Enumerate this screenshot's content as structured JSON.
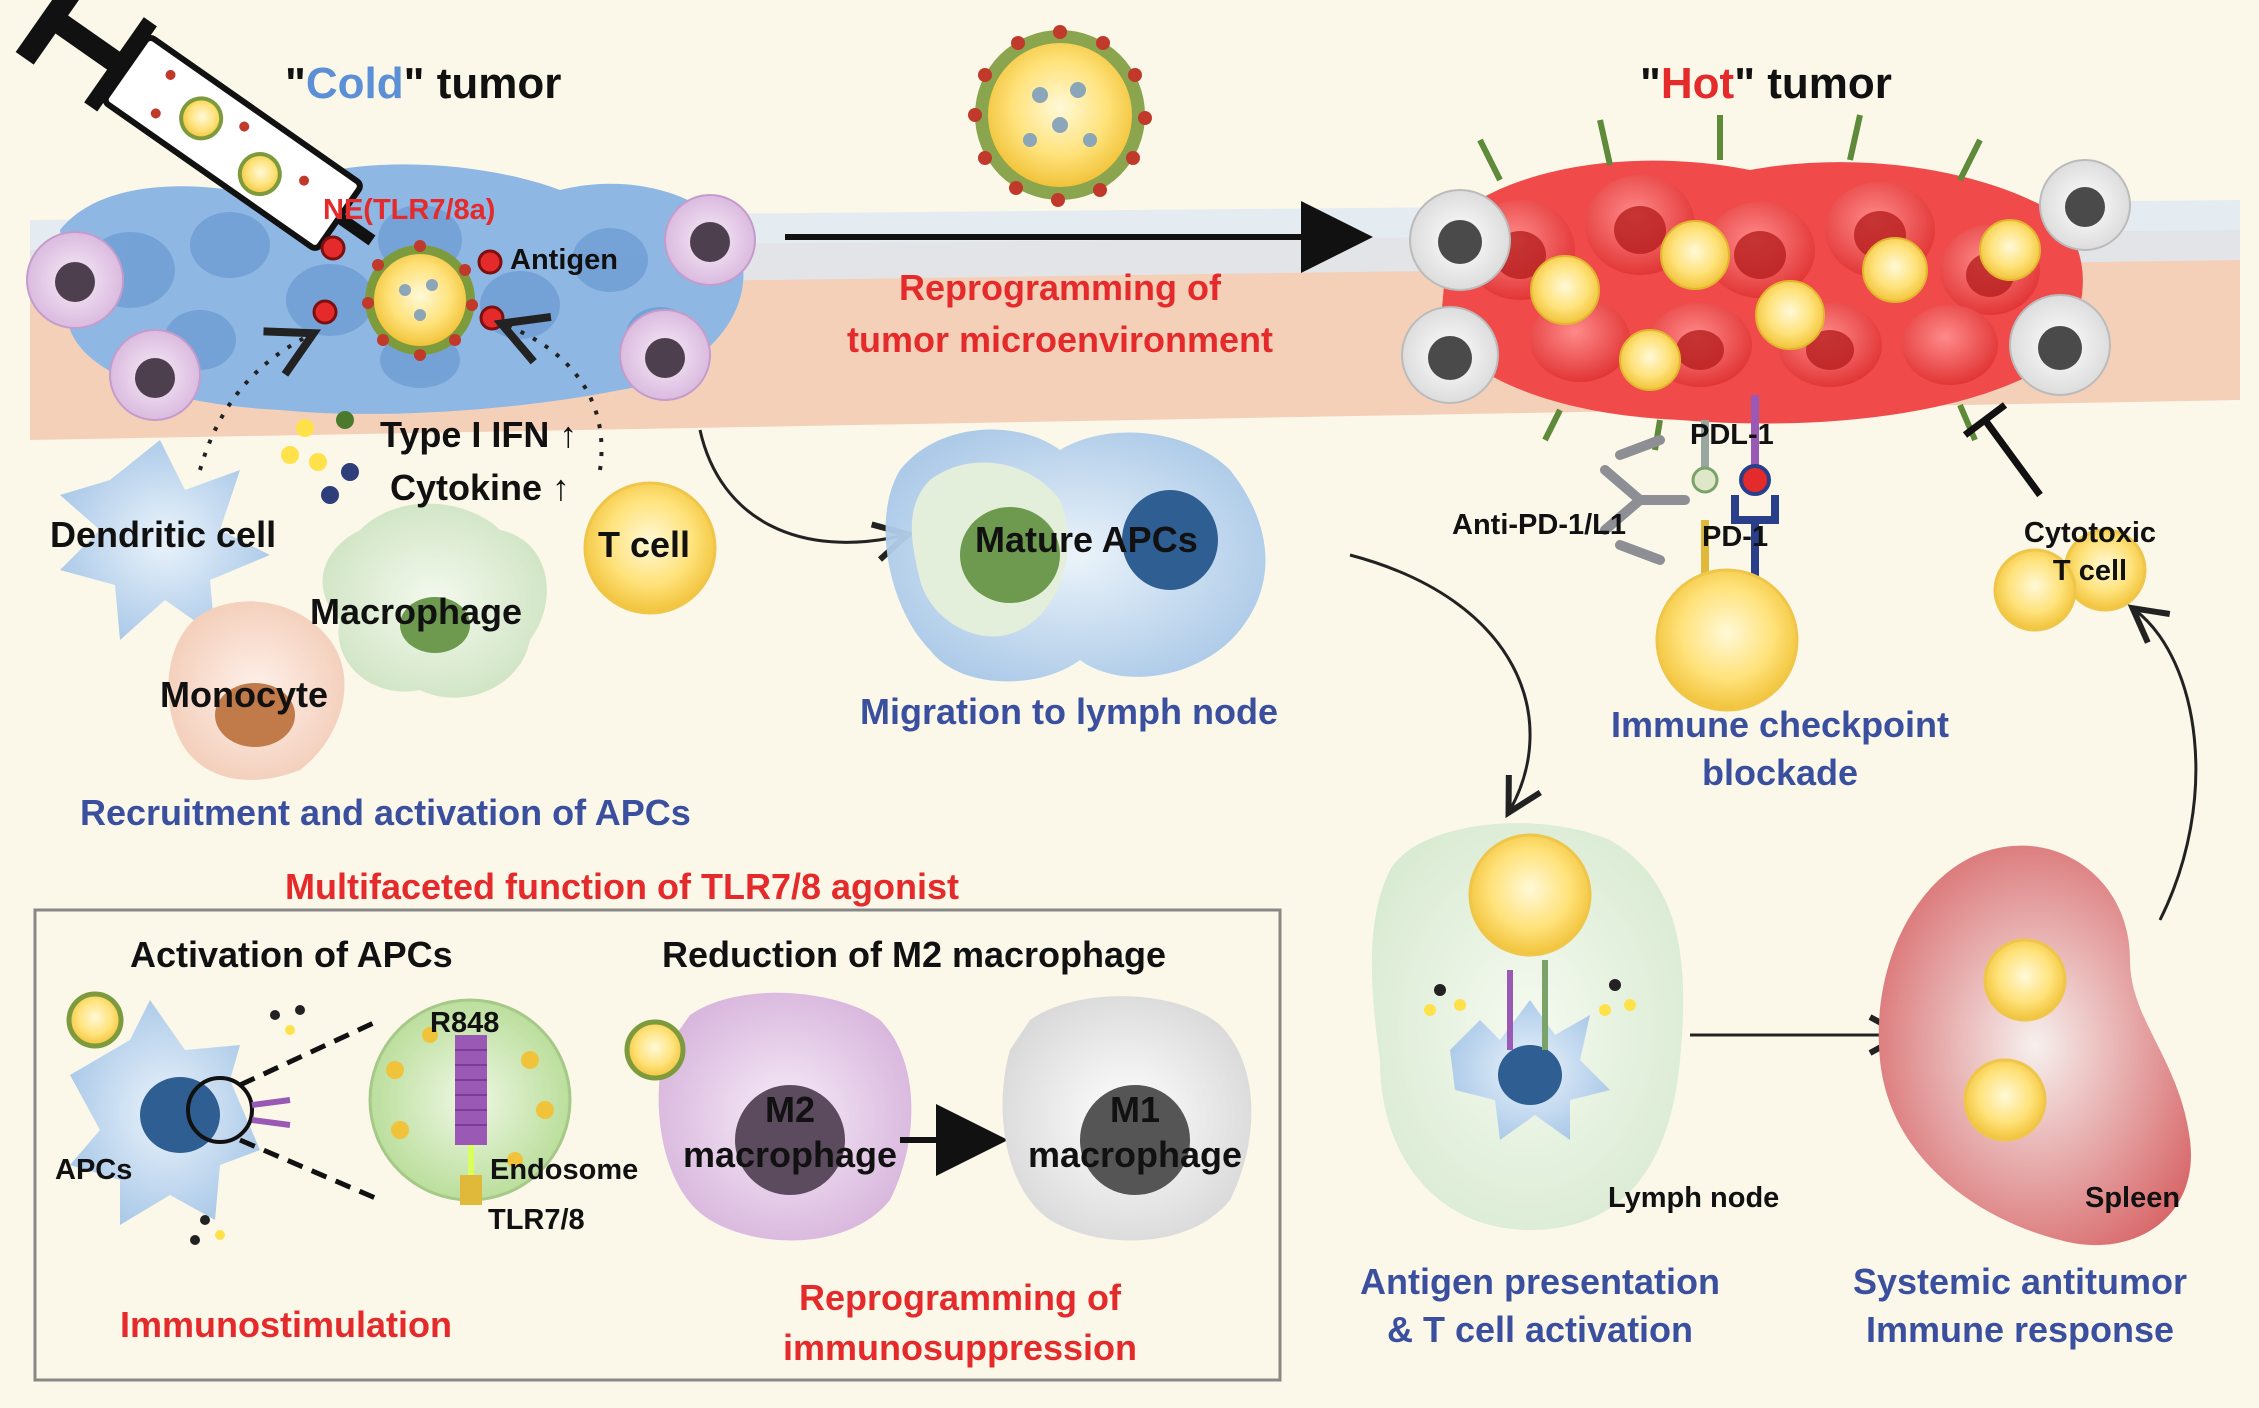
{
  "titles": {
    "cold_open": "\"",
    "cold_word": "Cold",
    "cold_close": "\" tumor",
    "hot_open": "\"",
    "hot_word": "Hot",
    "hot_close": "\" tumor"
  },
  "labels": {
    "ne_tlr": "NE(TLR7/8a)",
    "antigen": "Antigen",
    "reprogramming_tme_1": "Reprogramming of",
    "reprogramming_tme_2": "tumor microenvironment",
    "type_ifn": "Type I IFN ↑",
    "cytokine": "Cytokine ↑",
    "dendritic_cell": "Dendritic cell",
    "t_cell": "T cell",
    "macrophage": "Macrophage",
    "monocyte": "Monocyte",
    "mature_apcs": "Mature APCs",
    "migration": "Migration to lymph node",
    "recruitment": "Recruitment and activation of APCs",
    "pdl1": "PDL-1",
    "anti_pd1": "Anti-PD-1/L1",
    "pd1": "PD-1",
    "cytotoxic_1": "Cytotoxic",
    "cytotoxic_2": "T cell",
    "checkpoint_1": "Immune checkpoint",
    "checkpoint_2": "blockade",
    "lymph_node": "Lymph node",
    "spleen": "Spleen",
    "antigen_presentation_1": "Antigen presentation",
    "antigen_presentation_2": "& T cell activation",
    "systemic_1": "Systemic antitumor",
    "systemic_2": "Immune response"
  },
  "inset": {
    "heading": "Multifaceted function of TLR7/8 agonist",
    "activation": "Activation of APCs",
    "reduction": "Reduction of M2 macrophage",
    "r848": "R848",
    "endosome": "Endosome",
    "tlr78": "TLR7/8",
    "apcs": "APCs",
    "m2_1": "M2",
    "m2_2": "macrophage",
    "m1_1": "M1",
    "m1_2": "macrophage",
    "immunostimulation": "Immunostimulation",
    "reprog_immuno_1": "Reprogramming of",
    "reprog_immuno_2": "immunosuppression"
  },
  "colors": {
    "cold": "#5b8fd6",
    "hot": "#e42a2a",
    "blue_text": "#3a4f9e",
    "tumor_blue": "#8fb7e4",
    "tumor_red": "#f04a4a",
    "tissue": "#f3c9b0",
    "background": "#fbf8ea"
  }
}
